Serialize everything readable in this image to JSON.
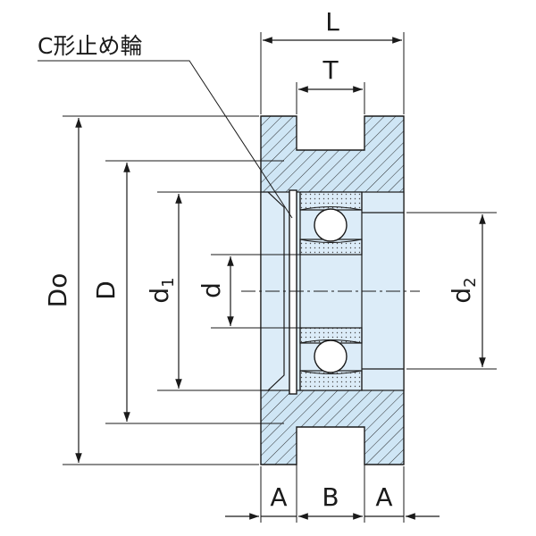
{
  "diagram": {
    "callout": "C形止め輪",
    "dimensions": {
      "L": "L",
      "T": "T",
      "Do": "Do",
      "D": "D",
      "d1_base": "d",
      "d1_sub": "1",
      "d": "d",
      "d2_base": "d",
      "d2_sub": "2",
      "A_left": "A",
      "B": "B",
      "A_right": "A"
    },
    "colors": {
      "hatch_fill": "#cfe6f5",
      "bearing_fill": "#dcecf8",
      "line": "#1a1a1a"
    }
  }
}
